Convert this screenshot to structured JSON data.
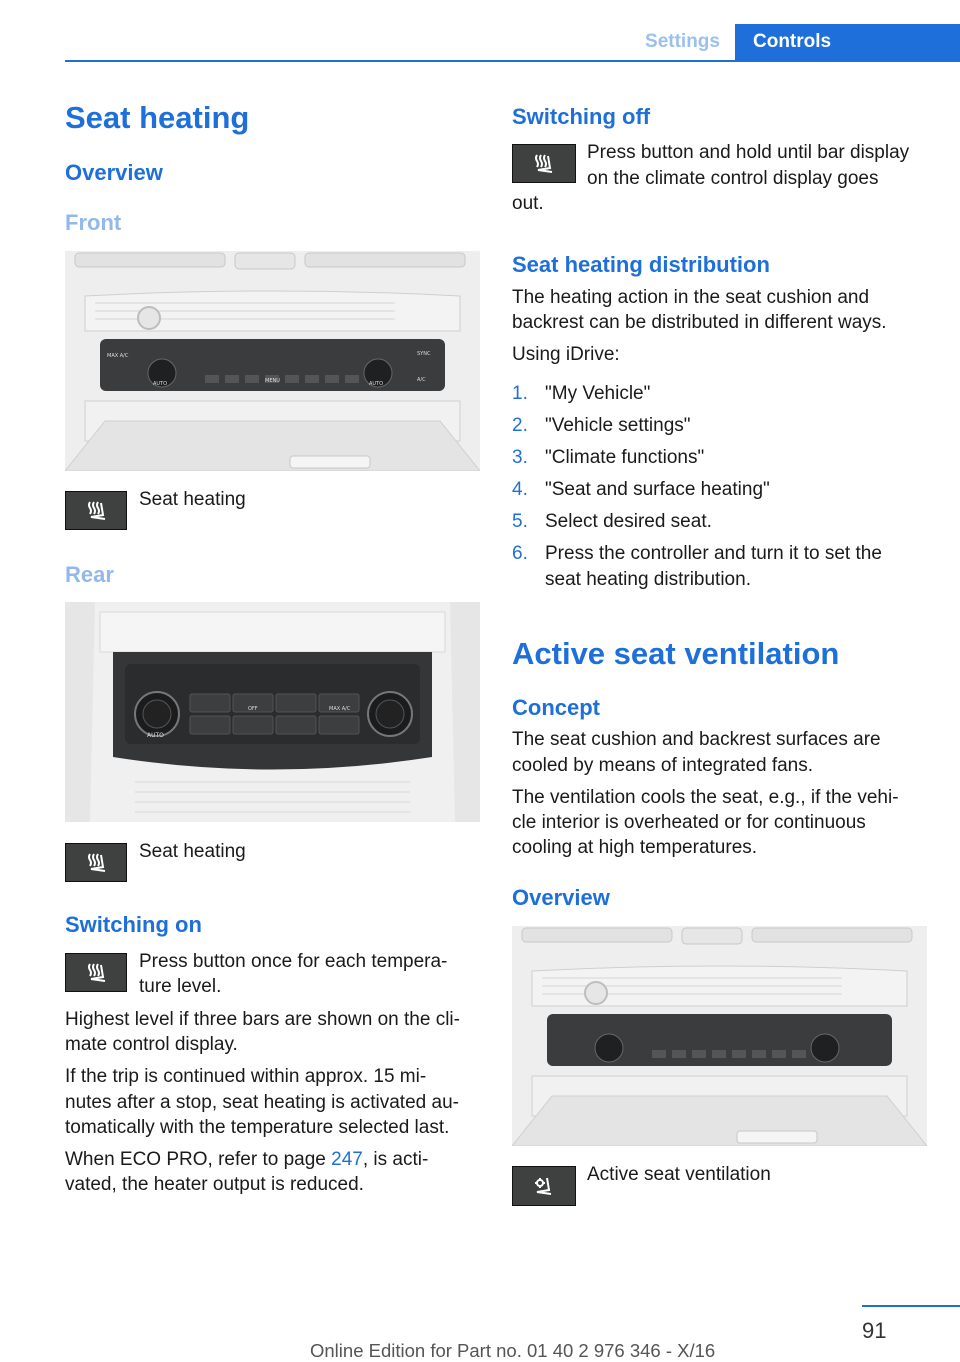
{
  "header": {
    "tab_settings": "Settings",
    "tab_controls": "Controls"
  },
  "left": {
    "title": "Seat heating",
    "overview": "Overview",
    "front": "Front",
    "front_caption": "Seat heating",
    "rear": "Rear",
    "rear_caption": "Seat heating",
    "switching_on": "Switching on",
    "switching_on_text1": "Press button once for each tempera‐",
    "switching_on_text2": "ture level.",
    "para1_l1": "Highest level if three bars are shown on the cli‐",
    "para1_l2": "mate control display.",
    "para2_l1": "If the trip is continued within approx. 15 mi‐",
    "para2_l2": "nutes after a stop, seat heating is activated au‐",
    "para2_l3": "tomatically with the temperature selected last.",
    "para3_l1a": "When ECO PRO, refer to page ",
    "para3_link": "247",
    "para3_l1b": ", is acti‐",
    "para3_l2": "vated, the heater output is reduced."
  },
  "right": {
    "switching_off": "Switching off",
    "switching_off_l1": "Press button and hold until bar display",
    "switching_off_l2": "on the climate control display goes",
    "switching_off_l3": "out.",
    "distribution_title": "Seat heating distribution",
    "distribution_l1": "The heating action in the seat cushion and",
    "distribution_l2": "backrest can be distributed in different ways.",
    "using_idrive": "Using iDrive:",
    "steps": [
      {
        "num": "1.",
        "text": "\"My Vehicle\""
      },
      {
        "num": "2.",
        "text": "\"Vehicle settings\""
      },
      {
        "num": "3.",
        "text": "\"Climate functions\""
      },
      {
        "num": "4.",
        "text": "\"Seat and surface heating\""
      },
      {
        "num": "5.",
        "text": "Select desired seat."
      },
      {
        "num": "6.",
        "text": "Press the controller and turn it to set the",
        "text2": "seat heating distribution."
      }
    ],
    "ventilation_title": "Active seat ventilation",
    "concept": "Concept",
    "concept_l1": "The seat cushion and backrest surfaces are",
    "concept_l2": "cooled by means of integrated fans.",
    "concept_p2_l1": "The ventilation cools the seat, e.g., if the vehi‐",
    "concept_p2_l2": "cle interior is overheated or for continuous",
    "concept_p2_l3": "cooling at high temperatures.",
    "overview": "Overview",
    "ventilation_caption": "Active seat ventilation"
  },
  "photo_labels": {
    "front": [
      "MAX A/C",
      "AUTO",
      "MENU",
      "AUTO",
      "SYNC",
      "A/C"
    ],
    "rear": [
      "AUTO",
      "OFF",
      "MAX A/C"
    ]
  },
  "footer": {
    "page_number": "91",
    "edition": "Online Edition for Part no. 01 40 2 976 346 - X/16"
  }
}
